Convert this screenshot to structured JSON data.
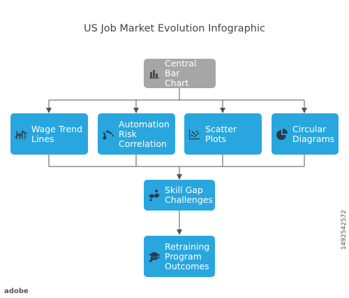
{
  "title": "US Job Market Evolution Infographic",
  "colors": {
    "root": "#a6a6a6",
    "node": "#29a6de",
    "line": "#555555"
  },
  "nodes": {
    "central": {
      "label": "Central Bar\nChart",
      "icon": "bar-chart-icon"
    },
    "wage": {
      "label": "Wage Trend\nLines",
      "icon": "trend-lines-icon"
    },
    "automation": {
      "label": "Automation\nRisk\nCorrelation",
      "icon": "robot-arm-icon"
    },
    "scatter": {
      "label": "Scatter Plots",
      "icon": "scatter-plot-icon"
    },
    "circular": {
      "label": "Circular\nDiagrams",
      "icon": "pie-chart-icon"
    },
    "skill": {
      "label": "Skill Gap\nChallenges",
      "icon": "handshake-icon"
    },
    "retraining": {
      "label": "Retraining\nProgram\nOutcomes",
      "icon": "graduation-cap-icon"
    }
  },
  "stock": {
    "logo": "adobe",
    "id": "1492542572"
  }
}
